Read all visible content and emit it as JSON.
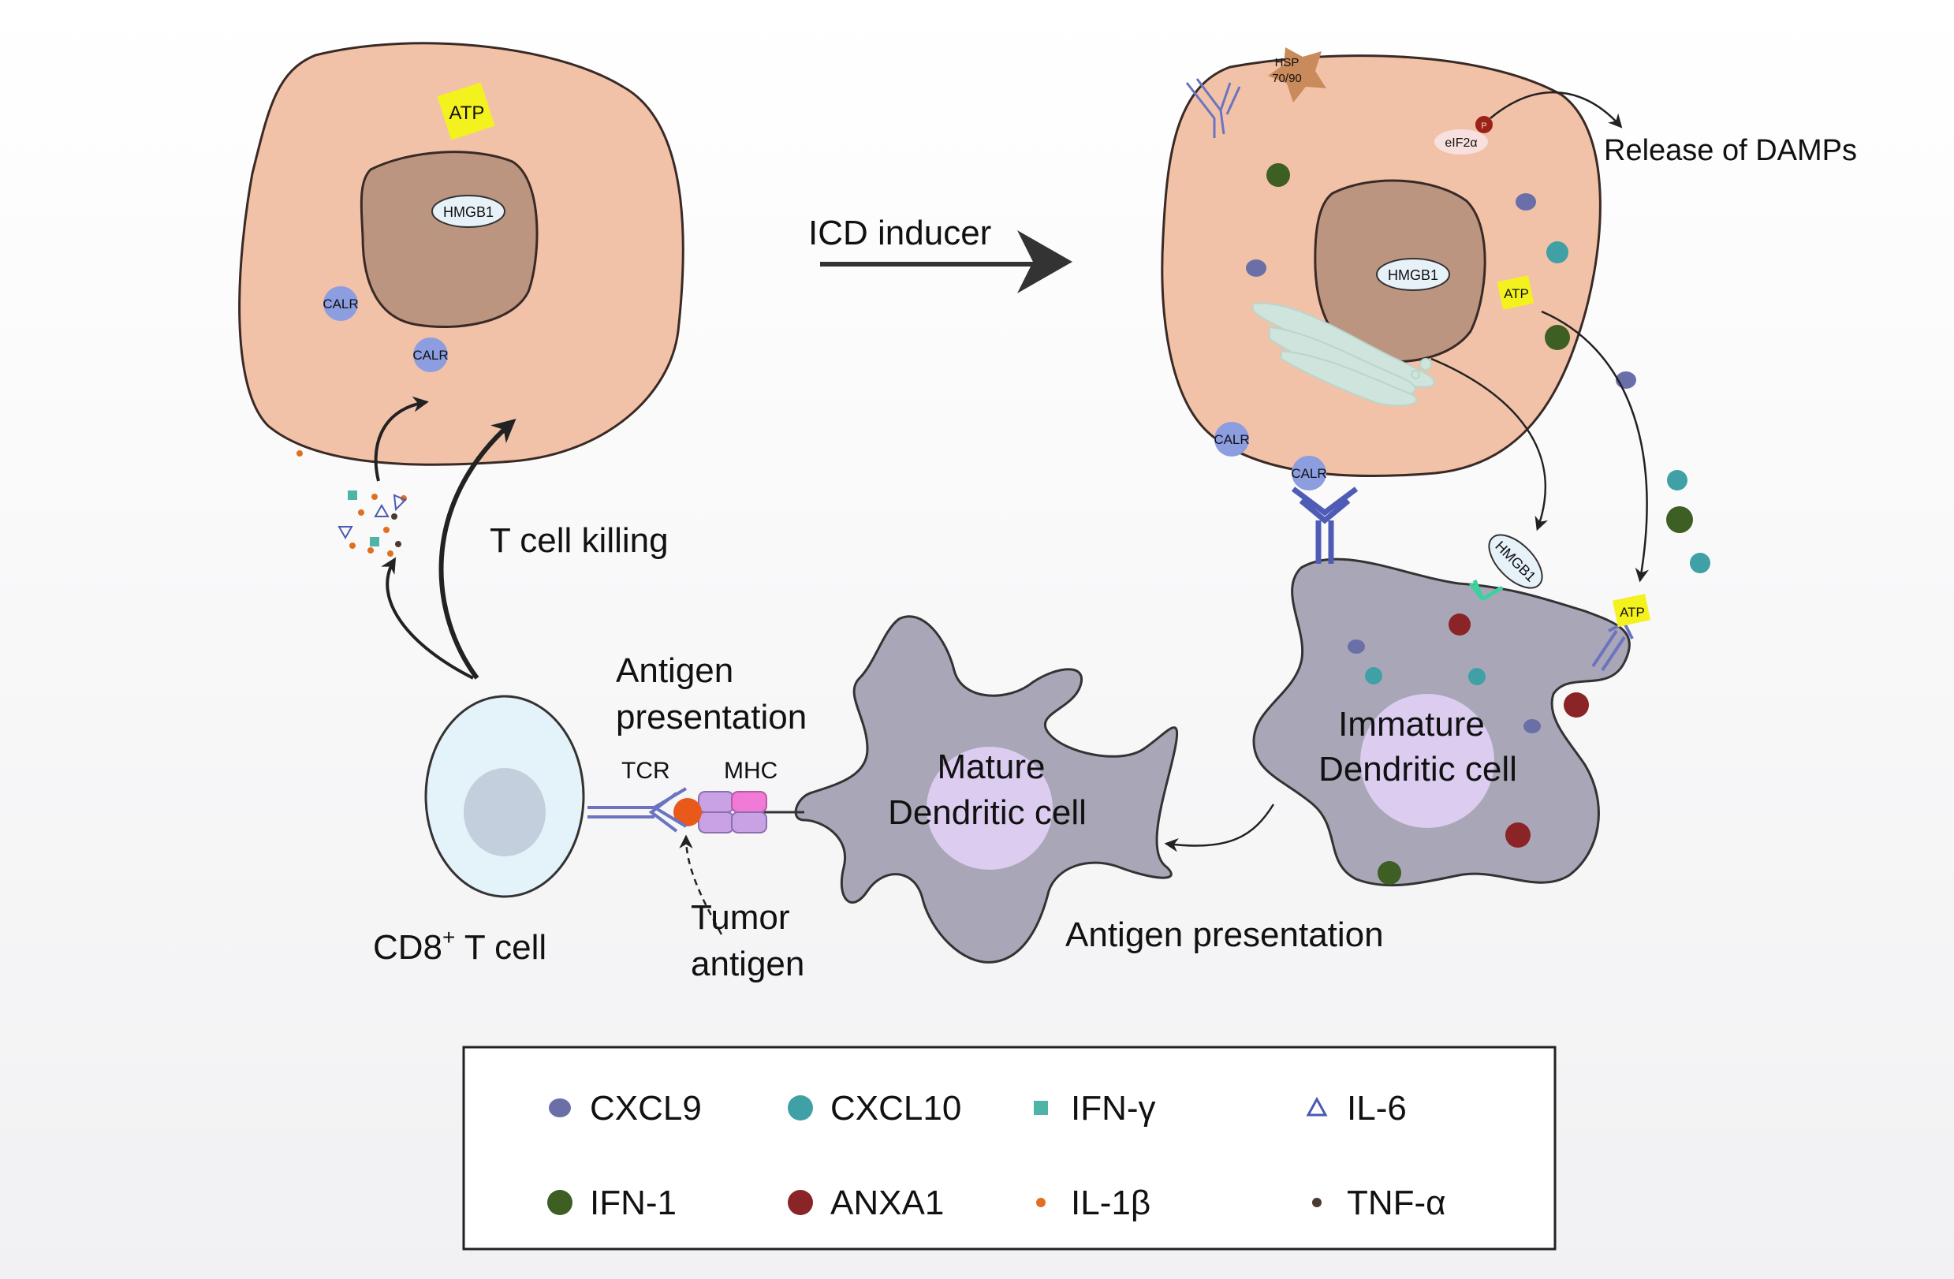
{
  "labels": {
    "icd_inducer": "ICD inducer",
    "release_damps": "Release of DAMPs",
    "t_cell_killing": "T cell killing",
    "antigen_presentation_top_1": "Antigen",
    "antigen_presentation_top_2": "presentation",
    "tcr": "TCR",
    "mhc": "MHC",
    "tumor_antigen_1": "Tumor",
    "tumor_antigen_2": "antigen",
    "cd8_t_cell_prefix": "CD8",
    "cd8_t_cell_sup": "+",
    "cd8_t_cell_suffix": " T cell",
    "mature_dc_1": "Mature",
    "mature_dc_2": "Dendritic cell",
    "immature_dc_1": "Immature",
    "immature_dc_2": "Dendritic cell",
    "antigen_presentation_bottom": "Antigen presentation",
    "atp": "ATP",
    "hmgb1": "HMGB1",
    "calr": "CALR",
    "hsp_1": "HSP",
    "hsp_2": "70/90",
    "eif2a": "eIF2α",
    "p": "P"
  },
  "legend": {
    "items": [
      {
        "label": "CXCL9",
        "shape": "ellipse",
        "color": "#6b6fa8"
      },
      {
        "label": "CXCL10",
        "shape": "circle",
        "color": "#3fa0a6"
      },
      {
        "label": "IFN-γ",
        "shape": "square",
        "color": "#4fb3a6"
      },
      {
        "label": "IL-6",
        "shape": "triangle",
        "color": "#4a5bb0"
      },
      {
        "label": "IFN-1",
        "shape": "circle",
        "color": "#3d5f24"
      },
      {
        "label": "ANXA1",
        "shape": "circle",
        "color": "#8a2426"
      },
      {
        "label": "IL-1β",
        "shape": "dot",
        "color": "#e0701f"
      },
      {
        "label": "TNF-α",
        "shape": "dot",
        "color": "#4a3a30"
      }
    ]
  },
  "colors": {
    "cell_fill": "#f2c2a8",
    "nucleus_fill": "#bb9580",
    "dc_fill": "#a9a7b7",
    "dc_nucleus": "#dccdf0",
    "atp_fill": "#f4f21e",
    "calr_fill": "#8c9de0",
    "receptor": "#5560b0",
    "mhc_fill": "#c9a2e6",
    "mhc_pink": "#f07ad6",
    "antigen": "#e8591a"
  }
}
